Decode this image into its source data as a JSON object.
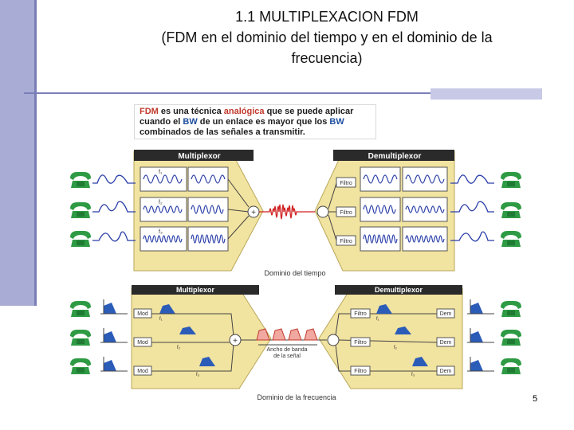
{
  "title": {
    "line1": "1.1 MULTIPLEXACION FDM",
    "line2": "(FDM en el dominio del tiempo y en el dominio de la",
    "line3": "frecuencia)"
  },
  "note": {
    "p1": "FDM",
    "p2": " es una técnica ",
    "p3": "analógica",
    "p4": " que se puede aplicar cuando el ",
    "p5": "BW",
    "p6": " de un enlace es mayor que los ",
    "p7": "BW",
    "p8": " combinados de las señales a transmitir."
  },
  "top": {
    "mux_label": "Multiplexor",
    "demux_label": "Demultiplexor",
    "f1": "f₁",
    "f2": "f₂",
    "f3": "f₃",
    "filter": "Filtro",
    "caption": "Dominio del tiempo"
  },
  "bottom": {
    "mux_label": "Multiplexor",
    "demux_label": "Demultiplexor",
    "mod": "Mod",
    "filter": "Filtro",
    "dem": "Dem",
    "f1": "f₁",
    "f2": "f₂",
    "f3": "f₃",
    "band_line1": "Ancho de banda",
    "band_line2": "de la señal",
    "caption": "Dominio de la frecuencia"
  },
  "page_number": "5",
  "colors": {
    "sidebar": "#a9acd4",
    "panel": "#f1e3a0",
    "header": "#2a2a2a",
    "wave_blue": "#2b3fa8",
    "wave_red": "#d02020",
    "phone_green": "#2e9b44"
  }
}
